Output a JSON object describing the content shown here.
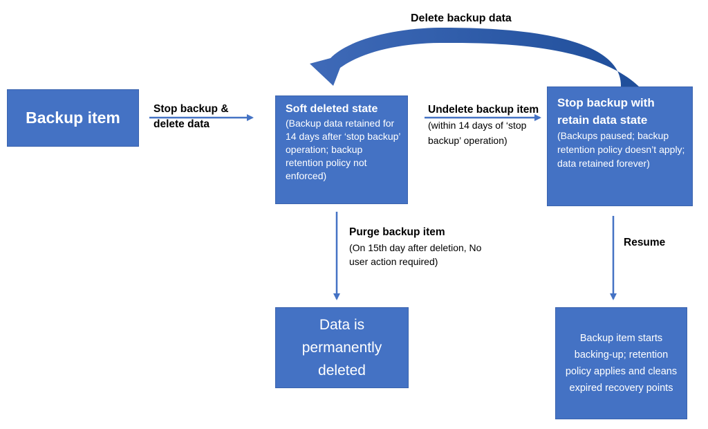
{
  "nodes": {
    "backup_item": {
      "title": "Backup item"
    },
    "soft_deleted": {
      "title": "Soft deleted state",
      "desc": "(Backup data retained for 14 days after ‘stop backup’ operation; backup retention policy not enforced)"
    },
    "stop_retain": {
      "title": "Stop backup with retain data state",
      "desc": "(Backups paused; backup retention policy doesn’t apply; data retained forever)"
    },
    "permanently_deleted": {
      "title": "Data is permanently deleted"
    },
    "backing_up": {
      "title": "Backup item starts backing-up; retention policy applies and cleans expired recovery points"
    }
  },
  "edges": {
    "stop_delete": {
      "label": "Stop backup & delete data"
    },
    "undelete": {
      "label": "Undelete backup item",
      "note": "(within 14 days of ‘stop backup’ operation)"
    },
    "delete_backup": {
      "label": "Delete backup data"
    },
    "purge": {
      "label": "Purge backup item",
      "note": "(On 15th day after deletion, No user action required)"
    },
    "resume": {
      "label": "Resume"
    }
  },
  "colors": {
    "box": "#4472c4",
    "arrow": "#4472c4",
    "curved_arrow": "#2f5597",
    "text": "#ffffff"
  }
}
